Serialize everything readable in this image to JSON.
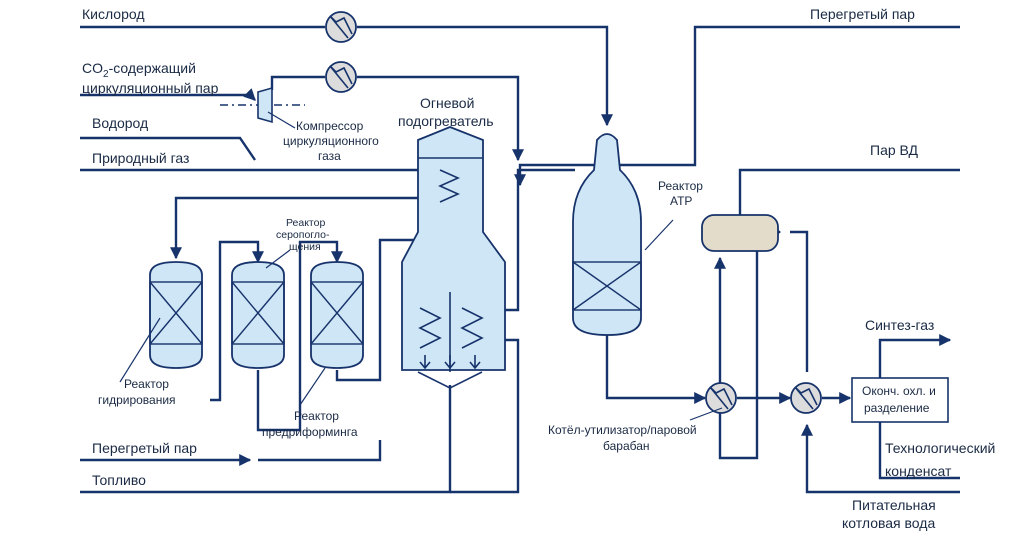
{
  "streams": {
    "oxygen": "Кислород",
    "co2_line1": "CO",
    "co2_sub": "2",
    "co2_line1_rest": "-содержащий",
    "co2_line2": "циркуляционный пар",
    "hydrogen": "Водород",
    "natural_gas": "Природный газ",
    "superheated_steam_left": "Перегретый пар",
    "fuel": "Топливо",
    "superheated_steam_top": "Перегретый пар",
    "hp_steam": "Пар ВД",
    "syngas": "Синтез-газ",
    "process_condensate_1": "Технологический",
    "process_condensate_2": "конденсат",
    "bfw_1": "Питательная",
    "bfw_2": "котловая вода"
  },
  "equipment": {
    "fired_heater_1": "Огневой",
    "fired_heater_2": "подогреватель",
    "compressor_1": "Компрессор",
    "compressor_2": "циркуляционного",
    "compressor_3": "газа",
    "desulf_1": "Реактор",
    "desulf_2": "серопогло-",
    "desulf_3": "щения",
    "hydro_1": "Реактор",
    "hydro_2": "гидрирования",
    "prereform_1": "Реактор",
    "prereform_2": "предриформинга",
    "atr_1": "Реактор",
    "atr_2": "АТР",
    "boiler_1": "Котёл-утилизатор/паровой",
    "boiler_2": "барабан",
    "cooler_1": "Оконч. охл. и",
    "cooler_2": "разделение"
  },
  "colors": {
    "line": "#17336b",
    "vessel_fill": "#cfe6f6",
    "exchanger_fill": "#dcdcdc",
    "drum_fill": "#e3dccb"
  }
}
